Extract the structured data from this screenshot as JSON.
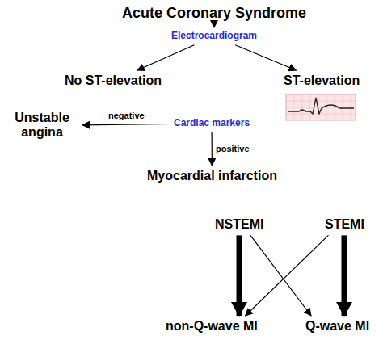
{
  "diagram": {
    "nodes": [
      {
        "text": [
          "Acute Coronary Syndrome"
        ]
      },
      {
        "text": [
          "Electrocardiogram"
        ]
      },
      {
        "text": [
          "No ST-elevation"
        ]
      },
      {
        "text": [
          "ST-elevation"
        ]
      },
      {
        "text": [
          "Cardiac markers"
        ]
      },
      {
        "text": [
          "Unstable angina"
        ]
      },
      {
        "text": [
          "Myocardial infarction"
        ]
      },
      {
        "text": [
          "NSTEMI"
        ]
      },
      {
        "text": [
          "STEMI"
        ]
      },
      {
        "text": [
          "non-Q-wave MI"
        ]
      },
      {
        "text": [
          "Q-wave MI"
        ]
      }
    ],
    "edges": [
      {
        "from": 0,
        "to": 1,
        "arrow": "to"
      },
      {
        "from": 1,
        "to": 2,
        "arrow": "to"
      },
      {
        "from": 1,
        "to": 3,
        "arrow": "to"
      },
      {
        "from": 4,
        "to": 5,
        "label": "negative",
        "arrow": "to"
      },
      {
        "from": 4,
        "to": 6,
        "label": "positive",
        "arrow": "to"
      },
      {
        "from": 7,
        "to": 9,
        "arrow": "to"
      },
      {
        "from": 8,
        "to": 10,
        "arrow": "to"
      },
      {
        "from": 7,
        "to": 10,
        "arrow": "to"
      },
      {
        "from": 8,
        "to": 9,
        "arrow": "to"
      }
    ]
  }
}
